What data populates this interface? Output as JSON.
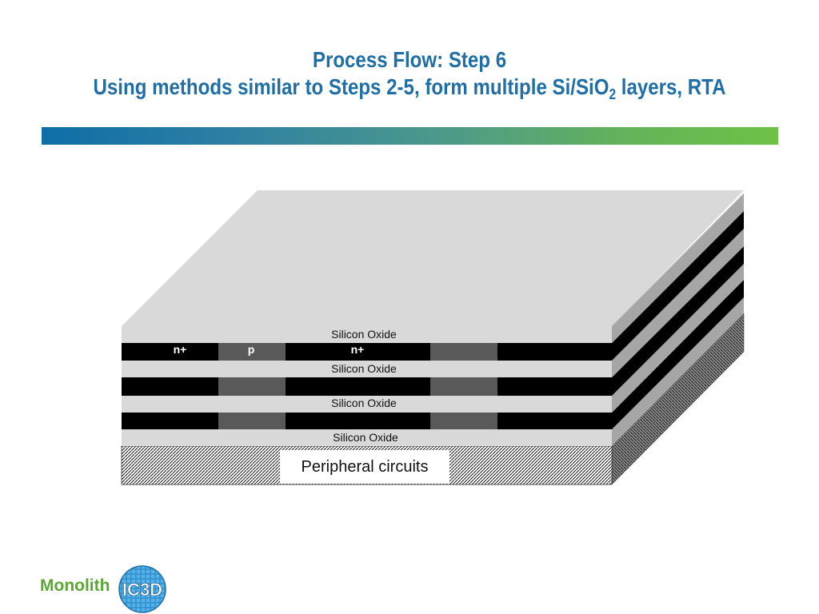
{
  "title": {
    "line1": "Process Flow: Step 6",
    "line2_main": "Using methods similar to Steps 2-5, form multiple Si/SiO",
    "line2_subscript": "2",
    "line2_tail": " layers, RTA"
  },
  "diagram": {
    "layers": {
      "oxide_1": "Silicon Oxide",
      "oxide_2": "Silicon Oxide",
      "oxide_3": "Silicon Oxide",
      "oxide_4": "Silicon Oxide"
    },
    "regions": {
      "left_n": "n+",
      "p": "p",
      "right_n": "n+"
    },
    "base_label": "Peripheral circuits",
    "colors": {
      "oxide": "#d9d9d9",
      "silicon": "#000000",
      "p_region": "#595959",
      "side": "#a6a6a6"
    }
  },
  "logo": {
    "text": "Monolith",
    "badge": "IC3D"
  }
}
